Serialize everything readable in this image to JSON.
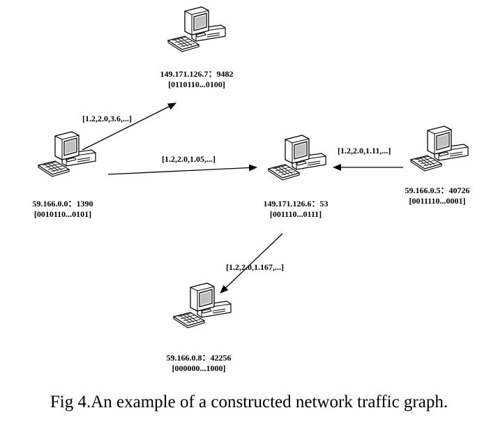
{
  "nodes": [
    {
      "id": "n1",
      "address": "149.171.126.7：9482",
      "bits": "[0110110...0100]"
    },
    {
      "id": "n2",
      "address": "59.166.0.0：1390",
      "bits": "[0010110...0101]"
    },
    {
      "id": "n3",
      "address": "149.171.126.6：53",
      "bits": "[001110...0111]"
    },
    {
      "id": "n4",
      "address": "59.166.0.5：40726",
      "bits": "[0011110...0001]"
    },
    {
      "id": "n5",
      "address": "59.166.0.8：42256",
      "bits": "[000000...1000]"
    }
  ],
  "edges": [
    {
      "from": "n2",
      "to": "n1",
      "label": "[1.2,2.0,3.6,...]"
    },
    {
      "from": "n2",
      "to": "n3",
      "label": "[1.2,2.0,1.05,...]"
    },
    {
      "from": "n4",
      "to": "n3",
      "label": "[1.2,2.0,1.11,...]"
    },
    {
      "from": "n3",
      "to": "n5",
      "label": "[1.2,2.0,1.167,...]"
    }
  ],
  "caption": "Fig 4.An example of a constructed network traffic graph.",
  "icon": "desktop-computer-icon",
  "colors": {
    "line": "#000000",
    "icon_fill": "#ffffff",
    "screen": "#d9d9d9"
  }
}
